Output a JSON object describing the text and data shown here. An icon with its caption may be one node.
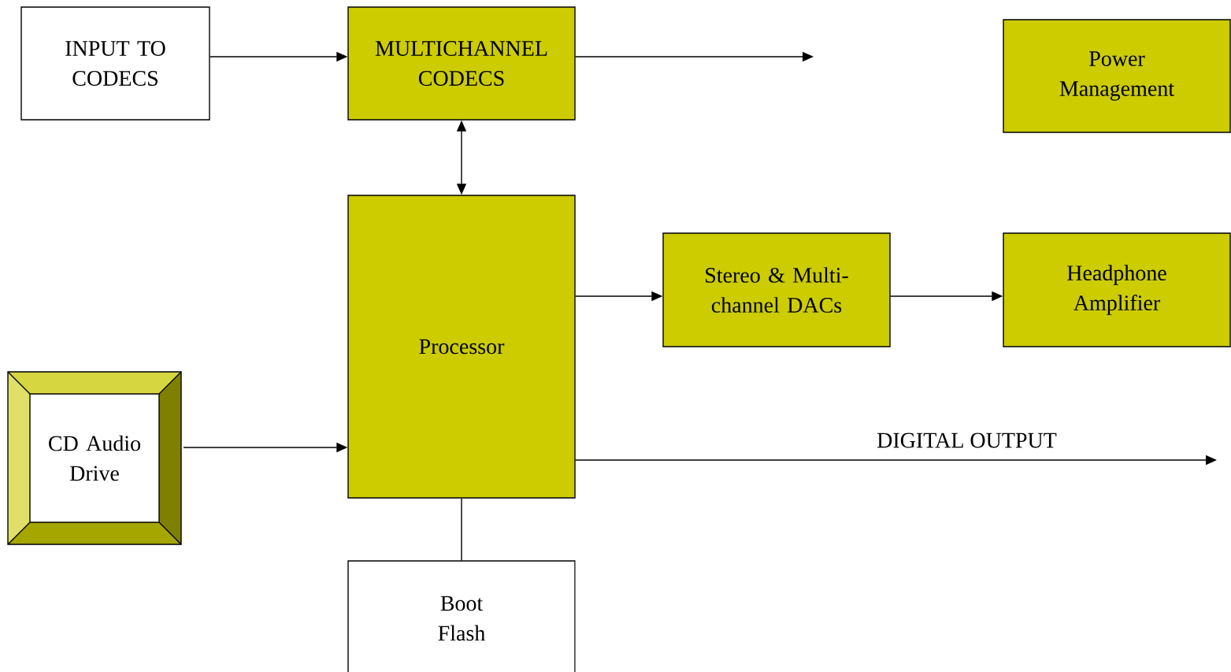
{
  "diagram": {
    "nodes": [
      {
        "text": [
          "INPUT TO CODECS"
        ]
      },
      {
        "text": [
          "MULTICHANNEL CODECS"
        ]
      },
      {
        "text": [
          "Power Management"
        ]
      },
      {
        "text": [
          "Processor"
        ]
      },
      {
        "text": [
          "Stereo & Multi-channel DACs"
        ]
      },
      {
        "text": [
          "Headphone Amplifier"
        ]
      },
      {
        "text": [
          "CD Audio Drive"
        ]
      },
      {
        "text": [
          "Boot Flash"
        ]
      }
    ],
    "edges": [
      {
        "from": 0,
        "to": 1,
        "arrow": "to"
      },
      {
        "from": 1,
        "to": null,
        "arrow": "to"
      },
      {
        "from": 1,
        "to": 3,
        "arrow": "both"
      },
      {
        "from": 3,
        "to": 4,
        "arrow": "to"
      },
      {
        "from": 4,
        "to": 5,
        "arrow": "to"
      },
      {
        "from": 6,
        "to": 3,
        "arrow": "to"
      },
      {
        "from": 3,
        "to": null,
        "arrow": "to",
        "label": "DIGITAL OUTPUT"
      },
      {
        "from": 3,
        "to": 7,
        "arrow": "none"
      }
    ]
  }
}
